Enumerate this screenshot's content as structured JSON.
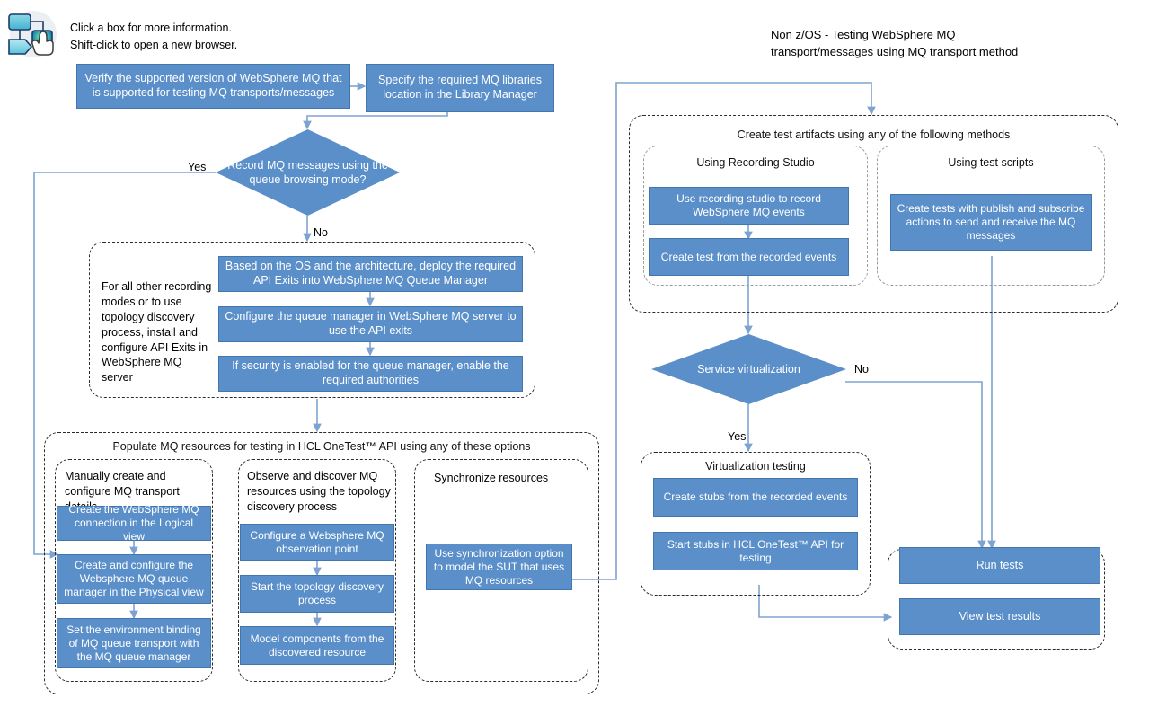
{
  "legend": {
    "icon": "flowchart-click-icon",
    "text": "Click a box for more information.\nShift-click to open a new browser."
  },
  "title": "Non z/OS - Testing WebSphere MQ\ntransport/messages using MQ transport method",
  "colors": {
    "process_fill": "#5B8FC9",
    "process_border": "#4277AE",
    "connector": "#7FA3D0",
    "container_border": "#2b2b2b",
    "container_border_light": "#9a9a9a",
    "text_on_fill": "#ffffff",
    "text": "#000000"
  },
  "left_flow": {
    "step_verify": "Verify the supported version of WebSphere MQ that is supported for testing MQ transports/messages",
    "step_libraries": "Specify the required  MQ libraries location in the Library Manager",
    "decision_record": "Record MQ messages using the queue browsing mode?",
    "decision_record_yes": "Yes",
    "decision_record_no": "No",
    "api_exits_group": {
      "side_note": "For all other recording modes or to use topology discovery process, install and configure API Exits in WebSphere MQ server",
      "steps": [
        "Based on the OS and the architecture, deploy the required API Exits into WebSphere MQ Queue Manager",
        "Configure the queue manager in WebSphere MQ server to use the API exits",
        "If security is enabled for the queue manager, enable the required authorities"
      ]
    },
    "populate_group": {
      "title": "Populate MQ resources for testing in HCL OneTest™ API using any of these options",
      "columns": [
        {
          "heading": "Manually create and configure MQ transport details",
          "steps": [
            "Create the WebSphere MQ connection in the Logical view",
            "Create and configure the Websphere MQ queue manager in the Physical view",
            "Set the environment binding of MQ queue transport with the MQ queue manager"
          ]
        },
        {
          "heading": "Observe and discover MQ resources using the topology discovery process",
          "steps": [
            "Configure a Websphere MQ observation point",
            "Start the topology discovery process",
            "Model components from the discovered resource"
          ]
        },
        {
          "heading": "Synchronize resources",
          "steps": [
            "Use synchronization option to model the SUT that uses MQ resources"
          ]
        }
      ]
    }
  },
  "right_flow": {
    "artifacts_group": {
      "title": "Create test artifacts using any of the following methods",
      "columns": [
        {
          "heading": "Using Recording Studio",
          "steps": [
            "Use recording studio to record WebSphere MQ events",
            "Create test from the recorded events"
          ]
        },
        {
          "heading": "Using test scripts",
          "steps": [
            "Create tests with publish and subscribe actions to send and receive the MQ messages"
          ]
        }
      ]
    },
    "decision_virtualization": "Service virtualization",
    "decision_virtualization_yes": "Yes",
    "decision_virtualization_no": "No",
    "virtualization_group": {
      "heading": "Virtualization testing",
      "steps": [
        "Create stubs from the recorded events",
        "Start stubs in HCL OneTest™ API for testing"
      ]
    },
    "results_group": {
      "steps": [
        "Run tests",
        "View test results"
      ]
    }
  }
}
